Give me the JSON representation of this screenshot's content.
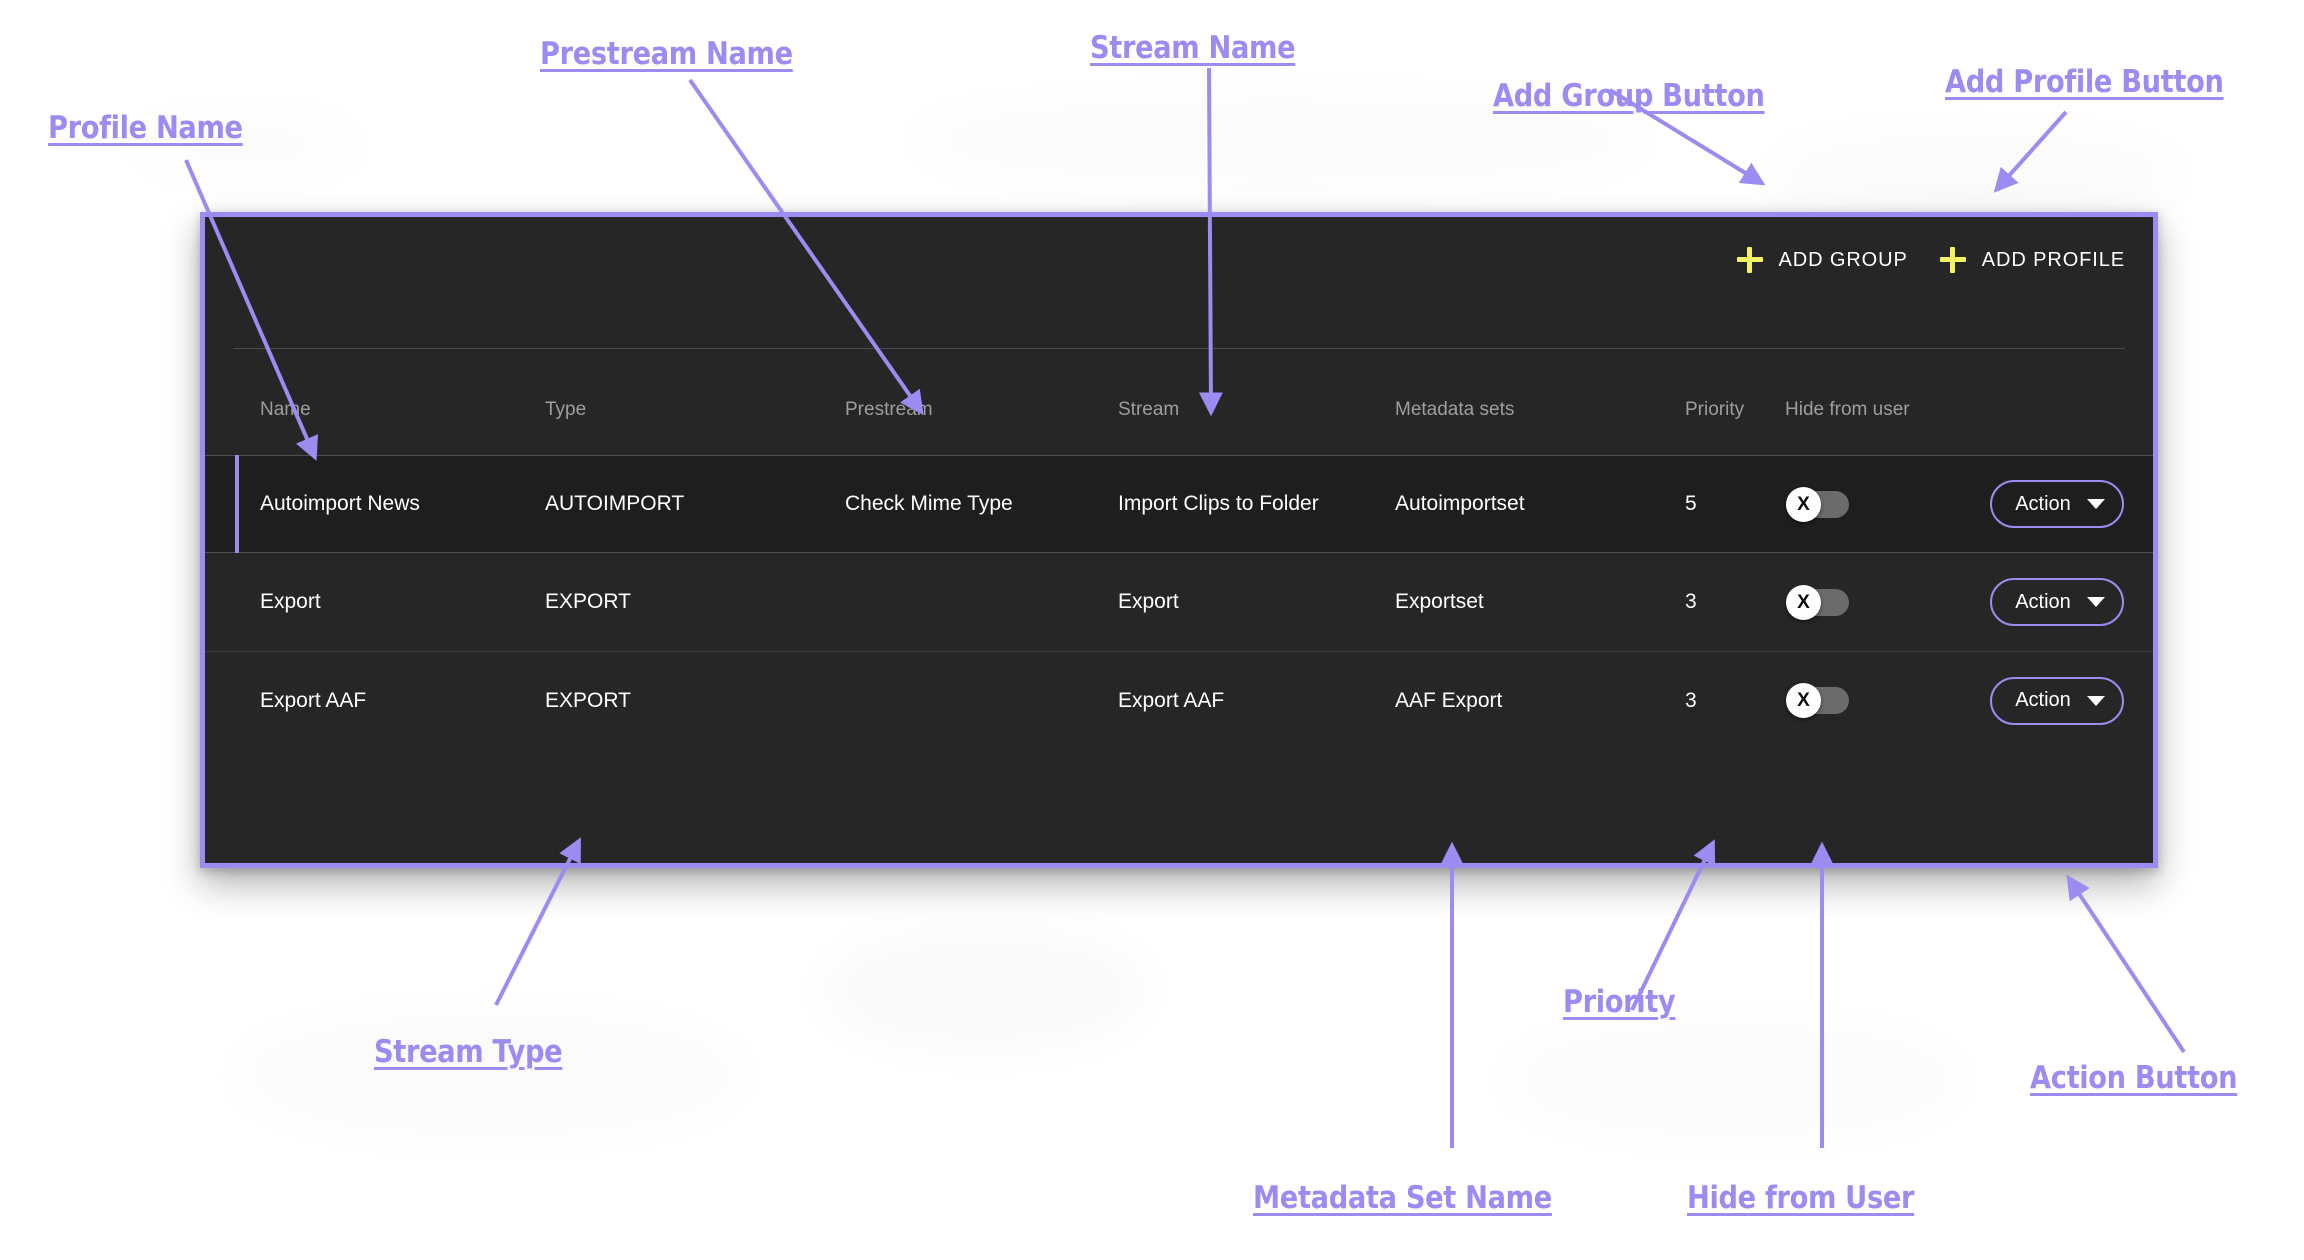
{
  "panel": {
    "toolbar": {
      "buttons": [
        {
          "icon": "plus-icon",
          "label": "ADD GROUP"
        },
        {
          "icon": "plus-icon",
          "label": "ADD PROFILE"
        }
      ]
    },
    "table": {
      "columns": [
        "Name",
        "Type",
        "Prestream",
        "Stream",
        "Metadata sets",
        "Priority",
        "Hide from user"
      ],
      "rows": [
        {
          "name": "Autoimport News",
          "type": "AUTOIMPORT",
          "prestream": "Check Mime Type",
          "stream": "Import Clips to Folder",
          "metadata_sets": "Autoimportset",
          "priority": "5",
          "hide_from_user": "off",
          "toggle_glyph": "X",
          "action_label": "Action",
          "selected": true
        },
        {
          "name": "Export",
          "type": "EXPORT",
          "prestream": "",
          "stream": "Export",
          "metadata_sets": "Exportset",
          "priority": "3",
          "hide_from_user": "off",
          "toggle_glyph": "X",
          "action_label": "Action",
          "selected": false
        },
        {
          "name": "Export AAF",
          "type": "EXPORT",
          "prestream": "",
          "stream": "Export AAF",
          "metadata_sets": "AAF Export",
          "priority": "3",
          "hide_from_user": "off",
          "toggle_glyph": "X",
          "action_label": "Action",
          "selected": false
        }
      ]
    }
  },
  "annotations": [
    {
      "id": "profile-name",
      "text": "Profile Name"
    },
    {
      "id": "prestream-name",
      "text": "Prestream Name"
    },
    {
      "id": "stream-name",
      "text": "Stream Name"
    },
    {
      "id": "add-group-button",
      "text": "Add Group Button"
    },
    {
      "id": "add-profile-button",
      "text": "Add Profile Button"
    },
    {
      "id": "stream-type",
      "text": "Stream Type"
    },
    {
      "id": "priority",
      "text": "Priority"
    },
    {
      "id": "metadata-set-name",
      "text": "Metadata Set Name"
    },
    {
      "id": "hide-from-user",
      "text": "Hide from User"
    },
    {
      "id": "action-button",
      "text": "Action Button"
    }
  ],
  "colors": {
    "annotation": "#9a8cf0",
    "panel_background": "#262626",
    "panel_border": "#9a8cf0",
    "accent_plus": "#f2f264",
    "selected_row_background": "#1e1e1e",
    "page_background": "#ffffff"
  }
}
